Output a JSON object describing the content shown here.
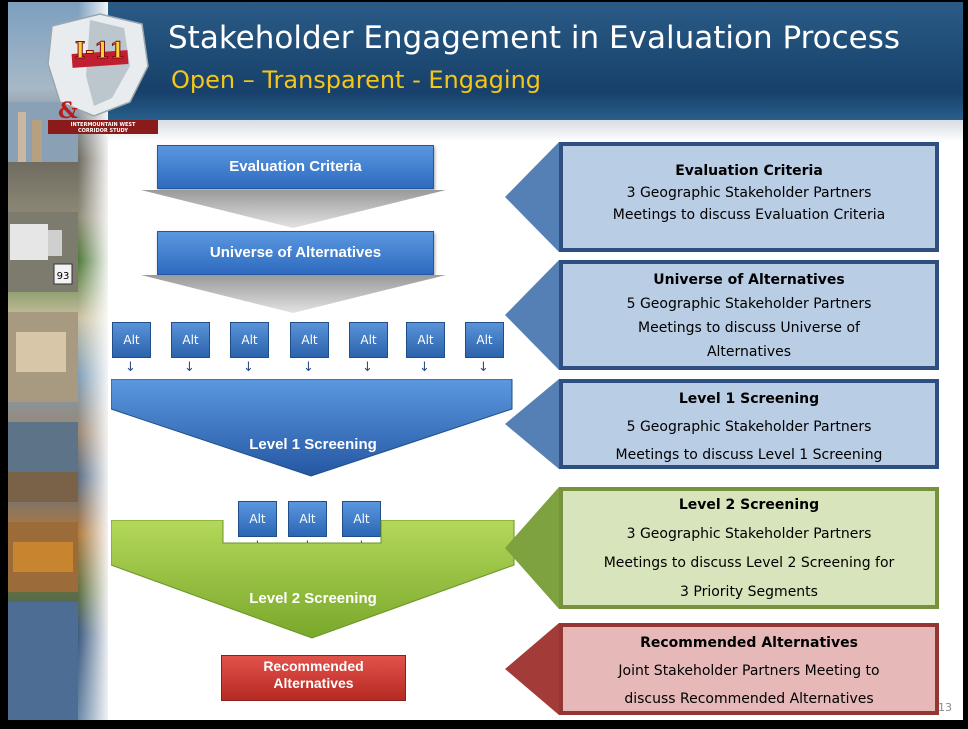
{
  "header": {
    "title": "Stakeholder Engagement in Evaluation Process",
    "subtitle": "Open – Transparent - Engaging"
  },
  "logo": {
    "mark": "I-11",
    "amp": "&",
    "tagline_1": "INTERMOUNTAIN WEST",
    "tagline_2": "CORRIDOR STUDY"
  },
  "photo_strip": {
    "road_sign": "93"
  },
  "flow": {
    "step1": "Evaluation Criteria",
    "step2": "Universe of Alternatives",
    "alts_top": [
      "Alt",
      "Alt",
      "Alt",
      "Alt",
      "Alt",
      "Alt",
      "Alt"
    ],
    "step3": "Level 1 Screening",
    "alts_mid": [
      "Alt",
      "Alt",
      "Alt"
    ],
    "step4": "Level 2 Screening",
    "step5_line1": "Recommended",
    "step5_line2": "Alternatives"
  },
  "boxes": [
    {
      "heading": "Evaluation Criteria",
      "lines": [
        "3 Geographic Stakeholder Partners",
        "Meetings to discuss Evaluation Criteria"
      ]
    },
    {
      "heading": "Universe of Alternatives",
      "lines": [
        "5 Geographic Stakeholder Partners",
        "Meetings to discuss Universe of",
        "Alternatives"
      ]
    },
    {
      "heading": "Level 1 Screening",
      "lines": [
        "5 Geographic Stakeholder Partners",
        "Meetings to discuss Level 1 Screening"
      ]
    },
    {
      "heading": "Level 2 Screening",
      "lines": [
        "3 Geographic Stakeholder Partners",
        "Meetings to discuss Level 2 Screening for",
        "3 Priority Segments"
      ]
    },
    {
      "heading": "Recommended Alternatives",
      "lines": [
        "Joint Stakeholder Partners Meeting to",
        "discuss Recommended Alternatives"
      ]
    }
  ],
  "page_number": "13",
  "colors": {
    "header_blue": "#1d4a74",
    "subtitle_gold": "#f5c518",
    "flow_blue": "#2e6bc0",
    "level2_green": "#8cbf3f",
    "recommend_red": "#c0362c"
  }
}
